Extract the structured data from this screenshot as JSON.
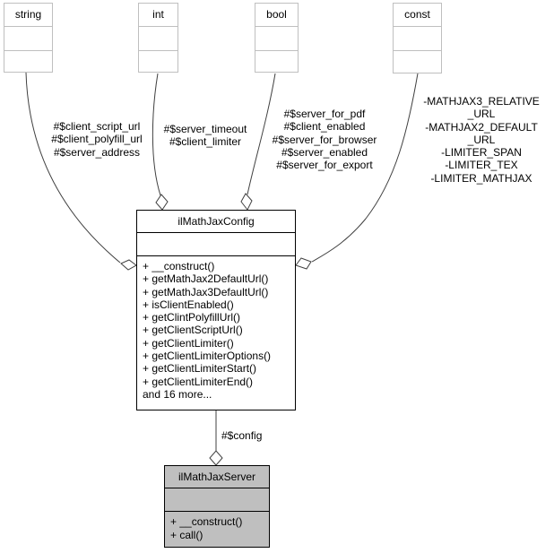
{
  "nodes": {
    "string": {
      "title": "string"
    },
    "int": {
      "title": "int"
    },
    "bool": {
      "title": "bool"
    },
    "const": {
      "title": "const"
    },
    "config": {
      "title": "ilMathJaxConfig",
      "methods": [
        "+ __construct()",
        "+ getMathJax2DefaultUrl()",
        "+ getMathJax3DefaultUrl()",
        "+ isClientEnabled()",
        "+ getClintPolyfillUrl()",
        "+ getClientScriptUrl()",
        "+ getClientLimiter()",
        "+ getClientLimiterOptions()",
        "+ getClientLimiterStart()",
        "+ getClientLimiterEnd()",
        "and 16 more..."
      ]
    },
    "server": {
      "title": "ilMathJaxServer",
      "methods": [
        "+ __construct()",
        "+ call()"
      ]
    }
  },
  "edges": {
    "string_to_config": {
      "label_lines": [
        "#$client_script_url",
        "#$client_polyfill_url",
        "#$server_address"
      ]
    },
    "int_to_config": {
      "label_lines": [
        "#$server_timeout",
        "#$client_limiter"
      ]
    },
    "bool_to_config": {
      "label_lines": [
        "#$server_for_pdf",
        "#$client_enabled",
        "#$server_for_browser",
        "#$server_enabled",
        "#$server_for_export"
      ]
    },
    "const_to_config": {
      "label_lines": [
        "-MATHJAX3_RELATIVE",
        "_URL",
        "-MATHJAX2_DEFAULT",
        "_URL",
        "-LIMITER_SPAN",
        "-LIMITER_TEX",
        "-LIMITER_MATHJAX"
      ]
    },
    "config_to_server": {
      "label": "#$config"
    }
  },
  "colors": {
    "background": "#ffffff",
    "type_node_border": "#bfbfbf",
    "class_node_border": "#000000",
    "server_fill": "#bfbfbf",
    "edge": "#404040",
    "text": "#000000"
  }
}
